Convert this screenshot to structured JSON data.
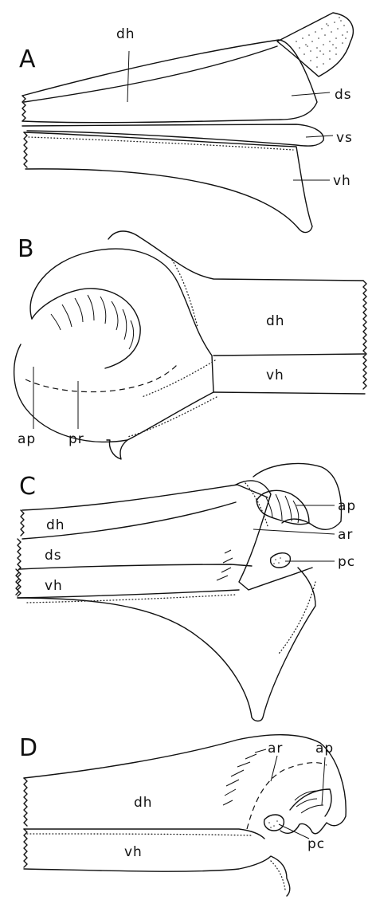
{
  "figure": {
    "panels": [
      {
        "letter": "A",
        "labels": {
          "dh": "dh",
          "ds": "ds",
          "vs": "vs",
          "vh": "vh"
        }
      },
      {
        "letter": "B",
        "labels": {
          "dh": "dh",
          "vh": "vh",
          "ap": "ap",
          "pr": "pr"
        }
      },
      {
        "letter": "C",
        "labels": {
          "dh": "dh",
          "ds": "ds",
          "vh": "vh",
          "ap": "ap",
          "ar": "ar",
          "pc": "pc"
        }
      },
      {
        "letter": "D",
        "labels": {
          "ar": "ar",
          "ap": "ap",
          "dh": "dh",
          "vh": "vh",
          "pc": "pc"
        }
      }
    ]
  }
}
